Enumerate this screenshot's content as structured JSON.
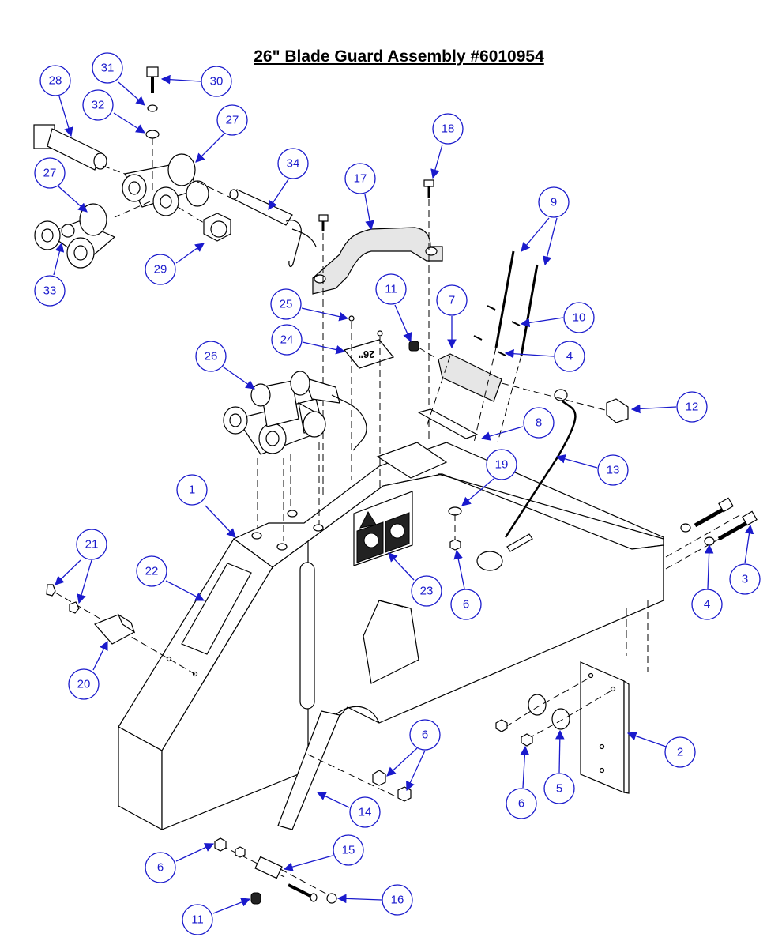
{
  "title": "26\" Blade Guard Assembly #6010954",
  "callouts": [
    {
      "n": "1"
    },
    {
      "n": "2"
    },
    {
      "n": "3"
    },
    {
      "n": "4"
    },
    {
      "n": "4"
    },
    {
      "n": "5"
    },
    {
      "n": "6"
    },
    {
      "n": "6"
    },
    {
      "n": "6"
    },
    {
      "n": "6"
    },
    {
      "n": "7"
    },
    {
      "n": "8"
    },
    {
      "n": "9"
    },
    {
      "n": "10"
    },
    {
      "n": "11"
    },
    {
      "n": "11"
    },
    {
      "n": "12"
    },
    {
      "n": "13"
    },
    {
      "n": "14"
    },
    {
      "n": "15"
    },
    {
      "n": "16"
    },
    {
      "n": "17"
    },
    {
      "n": "18"
    },
    {
      "n": "19"
    },
    {
      "n": "20"
    },
    {
      "n": "21"
    },
    {
      "n": "22"
    },
    {
      "n": "23"
    },
    {
      "n": "24"
    },
    {
      "n": "25"
    },
    {
      "n": "26"
    },
    {
      "n": "27"
    },
    {
      "n": "27"
    },
    {
      "n": "28"
    },
    {
      "n": "29"
    },
    {
      "n": "30"
    },
    {
      "n": "31"
    },
    {
      "n": "32"
    },
    {
      "n": "33"
    },
    {
      "n": "34"
    }
  ],
  "plate_label": "26\"",
  "colors": {
    "callout": "#1a1acc",
    "line": "#000000",
    "background": "#ffffff"
  }
}
